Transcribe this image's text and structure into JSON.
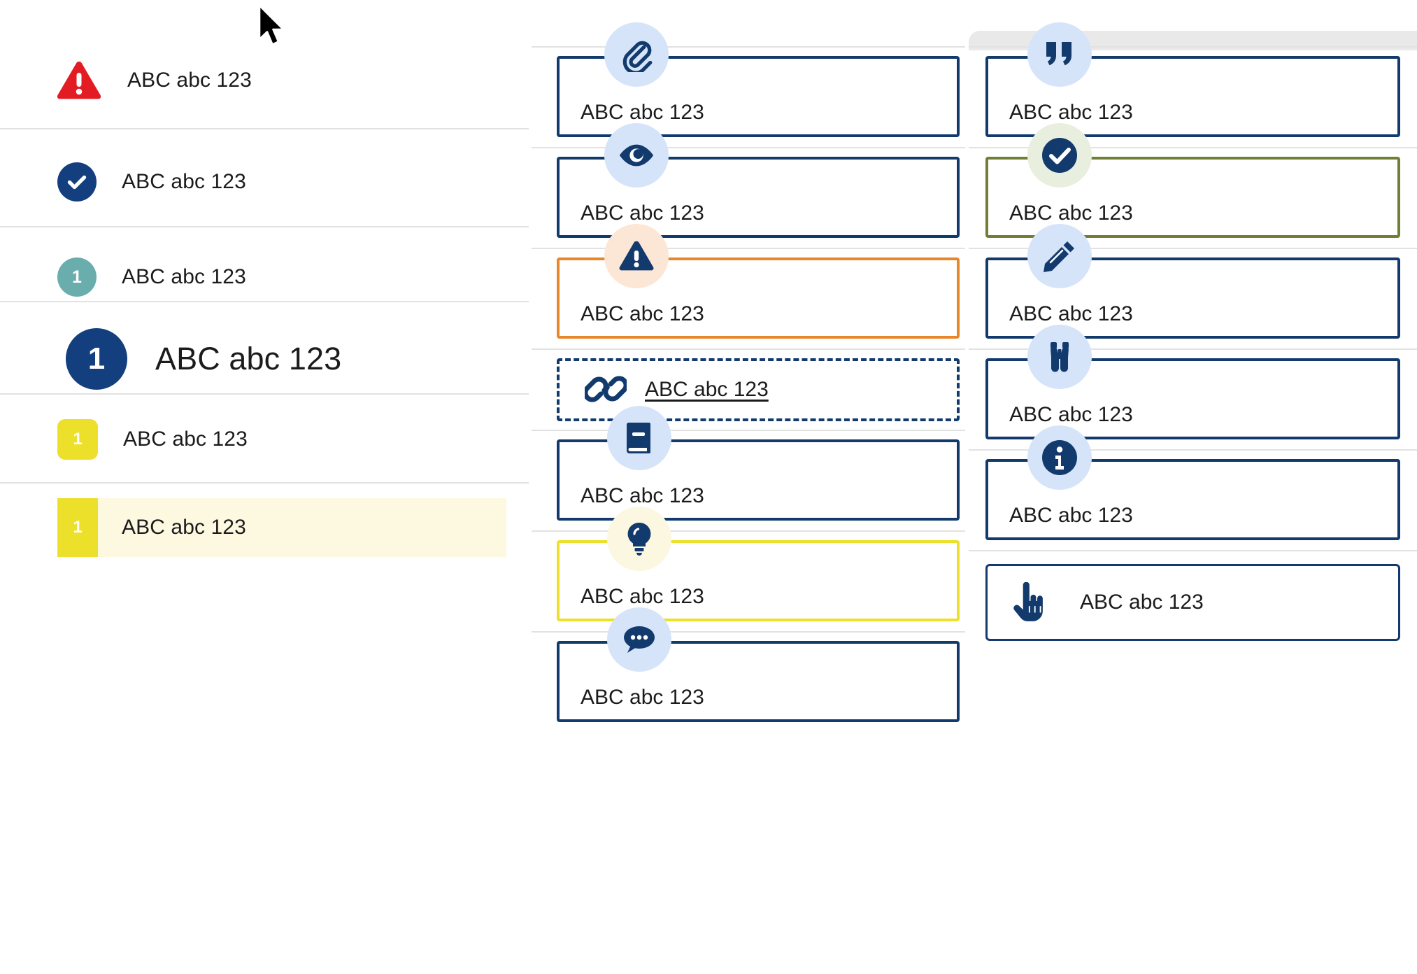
{
  "sample_text": "ABC abc 123",
  "colors": {
    "alert_red": "#e31c23",
    "brand_navy": "#133f7f",
    "teal": "#6aadad",
    "yellow": "#ece02b",
    "highlight_bg": "#fdf9e0",
    "card_navy": "#123a6d",
    "card_orange": "#e8862a",
    "card_green": "#6f7f33",
    "card_yellow": "#ece02b",
    "bubble_blue": "#d6e4fa",
    "bubble_peach": "#fce6d5",
    "bubble_green": "#e9efdf",
    "bubble_cream": "#fbf7e0",
    "divider": "#e2e2e2",
    "grey_panel": "#e9e9e9"
  },
  "cursor": {
    "icon": "mouse-pointer-icon"
  },
  "left_panel": {
    "rows": [
      {
        "id": "alert",
        "icon": "warning-triangle-icon",
        "icon_style": "triangle",
        "icon_color": "#e31c23",
        "label": "ABC abc 123",
        "size": "normal"
      },
      {
        "id": "success",
        "icon": "check-circle-icon",
        "icon_style": "circle-icon",
        "icon_color": "#133f7f",
        "label": "ABC abc 123",
        "size": "normal"
      },
      {
        "id": "step-teal",
        "icon": "number-badge-icon",
        "icon_style": "circle-num",
        "icon_color": "#6aadad",
        "badge_number": "1",
        "label": "ABC abc 123",
        "size": "normal"
      },
      {
        "id": "step-navy-large",
        "icon": "number-badge-icon",
        "icon_style": "circle-num-lg",
        "icon_color": "#133f7f",
        "badge_number": "1",
        "label": "ABC abc 123",
        "size": "large"
      },
      {
        "id": "step-yellow",
        "icon": "number-badge-icon",
        "icon_style": "square-num",
        "icon_color": "#ece02b",
        "badge_number": "1",
        "label": "ABC abc 123",
        "size": "normal"
      },
      {
        "id": "step-highlighted",
        "icon": "number-badge-icon",
        "icon_style": "square-flat",
        "icon_color": "#ece02b",
        "badge_number": "1",
        "label": "ABC abc 123",
        "size": "normal",
        "highlighted": true
      }
    ]
  },
  "middle_column": {
    "cards": [
      {
        "id": "attachment",
        "icon": "paperclip-icon",
        "bubble": "blue",
        "border": "solid-blue",
        "label": "ABC abc 123"
      },
      {
        "id": "preview",
        "icon": "eye-icon",
        "bubble": "blue",
        "border": "solid-blue",
        "label": "ABC abc 123"
      },
      {
        "id": "warning",
        "icon": "warning-triangle-icon",
        "bubble": "peach",
        "border": "solid-orange",
        "label": "ABC abc 123"
      },
      {
        "id": "link",
        "icon": "chain-link-icon",
        "bubble": "none",
        "border": "dashed-blue",
        "label": "ABC abc 123",
        "underlined": true
      },
      {
        "id": "reference",
        "icon": "book-icon",
        "bubble": "blue",
        "border": "solid-blue",
        "label": "ABC abc 123"
      },
      {
        "id": "tip",
        "icon": "lightbulb-icon",
        "bubble": "cream",
        "border": "solid-yellow",
        "label": "ABC abc 123"
      },
      {
        "id": "comment",
        "icon": "chat-bubble-icon",
        "bubble": "blue",
        "border": "solid-blue",
        "label": "ABC abc 123"
      }
    ]
  },
  "right_column": {
    "cards": [
      {
        "id": "quote",
        "icon": "quotation-marks-icon",
        "bubble": "blue",
        "border": "solid-blue",
        "label": "ABC abc 123"
      },
      {
        "id": "approved",
        "icon": "check-circle-icon",
        "bubble": "green",
        "border": "solid-green",
        "label": "ABC abc 123"
      },
      {
        "id": "edit",
        "icon": "pencil-icon",
        "bubble": "blue",
        "border": "solid-blue",
        "label": "ABC abc 123"
      },
      {
        "id": "observe",
        "icon": "binoculars-icon",
        "bubble": "blue",
        "border": "solid-blue",
        "label": "ABC abc 123"
      },
      {
        "id": "info",
        "icon": "info-circle-icon",
        "bubble": "blue",
        "border": "solid-blue",
        "label": "ABC abc 123"
      },
      {
        "id": "action",
        "icon": "pointing-hand-icon",
        "bubble": "none",
        "border": "thin-blue",
        "label": "ABC abc 123",
        "inline_icon": true
      }
    ]
  }
}
